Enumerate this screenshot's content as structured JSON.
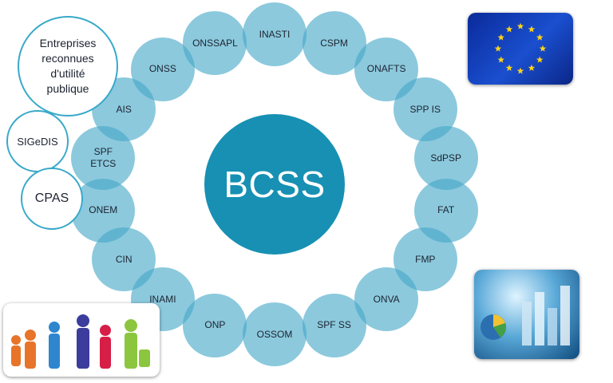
{
  "center": {
    "label": "BCSS",
    "color": "#1790b3"
  },
  "ring": {
    "color": "#46a8c8",
    "items": [
      "INASTI",
      "CSPM",
      "ONAFTS",
      "SPP IS",
      "SdPSP",
      "FAT",
      "FMP",
      "ONVA",
      "SPF SS",
      "OSSOM",
      "ONP",
      "INAMI",
      "CIN",
      "ONEM",
      "SPF\nETCS",
      "AIS",
      "ONSS",
      "ONSSAPL"
    ]
  },
  "side": {
    "entreprises": "Entreprises\nreconnues\nd'utilité\npublique",
    "sigedis": "SIGeDIS",
    "cpas": "CPAS"
  },
  "images": {
    "eu_flag": "eu-flag-icon",
    "statistics": "statistics-chart-icon",
    "family": "family-silhouettes-icon"
  }
}
